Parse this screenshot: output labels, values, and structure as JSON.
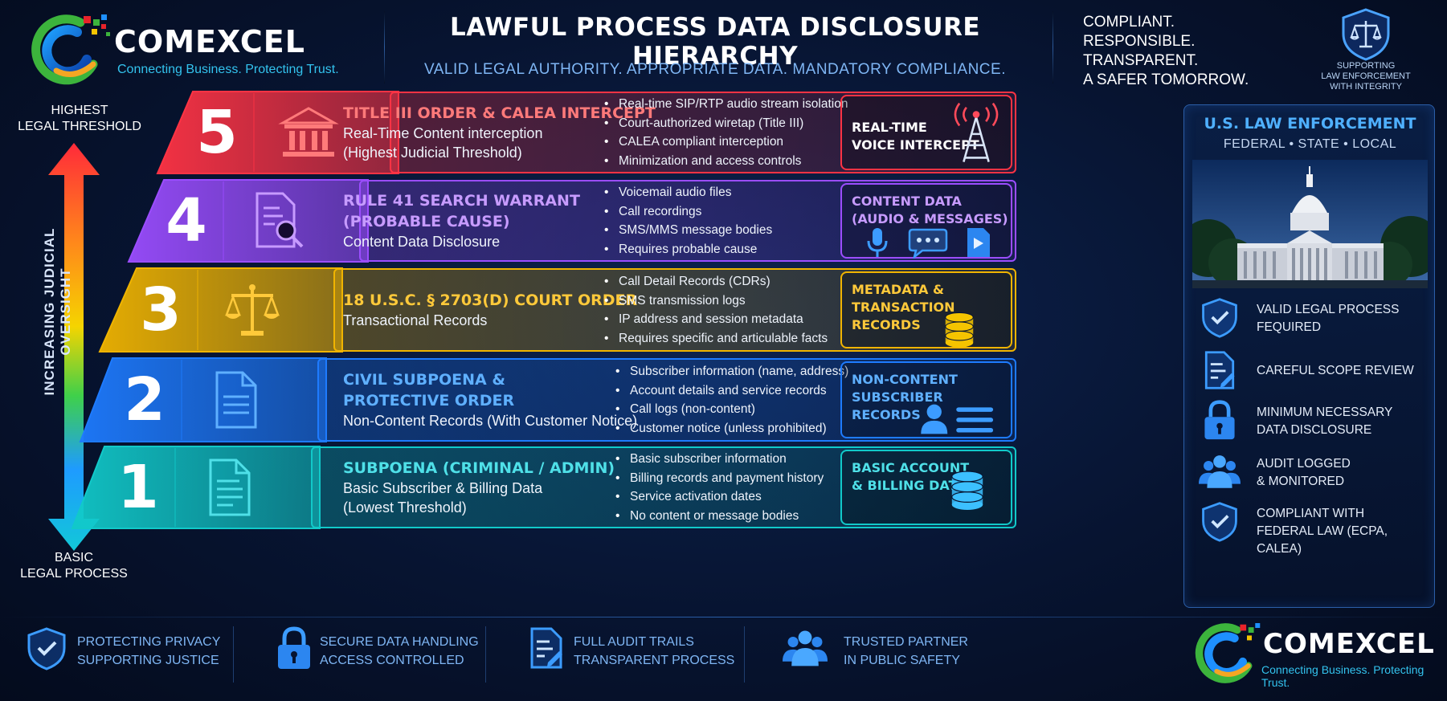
{
  "brand": {
    "name": "COMEXCEL",
    "tagline": "Connecting Business. Protecting Trust."
  },
  "header": {
    "title": "LAWFUL PROCESS DATA DISCLOSURE HIERARCHY",
    "subtitle": "VALID LEGAL AUTHORITY. APPROPRIATE DATA. MANDATORY COMPLIANCE.",
    "motto": [
      "COMPLIANT.",
      "RESPONSIBLE.",
      "TRANSPARENT.",
      "A SAFER TOMORROW."
    ],
    "support": [
      "SUPPORTING",
      "LAW ENFORCEMENT",
      "WITH INTEGRITY"
    ]
  },
  "axis": {
    "top": [
      "HIGHEST",
      "LEGAL THRESHOLD"
    ],
    "bottom": [
      "BASIC",
      "LEGAL PROCESS"
    ],
    "label": "INCREASING JUDICIAL OVERSIGHT"
  },
  "tiers": [
    {
      "number": "5",
      "title_lines": [
        "TITLE III ORDER & CALEA INTERCEPT"
      ],
      "desc_lines": [
        "Real-Time Content interception",
        "(Highest Judicial Threshold)"
      ],
      "bullets": [
        "Real-time SIP/RTP audio stream isolation",
        "Court-authorized wiretap (Title III)",
        "CALEA compliant interception",
        "Minimization and access controls"
      ],
      "category": [
        "REAL-TIME",
        "VOICE INTERCEPT"
      ],
      "color": "#ff3344",
      "title_color": "#ff7a7a",
      "icon": "courthouse-icon",
      "cat_icon": "radio-tower-icon"
    },
    {
      "number": "4",
      "title_lines": [
        "RULE 41 SEARCH WARRANT",
        "(PROBABLE CAUSE)"
      ],
      "desc_lines": [
        "Content Data Disclosure"
      ],
      "bullets": [
        "Voicemail audio files",
        "Call recordings",
        "SMS/MMS message bodies",
        "Requires probable cause"
      ],
      "category": [
        "CONTENT DATA",
        "(AUDIO & MESSAGES)"
      ],
      "color": "#9b4dff",
      "title_color": "#c79bff",
      "icon": "document-search-icon",
      "cat_icon": "microphone-message-play-icons"
    },
    {
      "number": "3",
      "title_lines": [
        "18 U.S.C. § 2703(d) COURT ORDER"
      ],
      "desc_lines": [
        "Transactional Records"
      ],
      "bullets": [
        "Call Detail Records (CDRs)",
        "SMS transmission logs",
        "IP address and session metadata",
        "Requires specific and articulable facts"
      ],
      "category": [
        "METADATA &",
        "TRANSACTION RECORDS"
      ],
      "color": "#f0b400",
      "title_color": "#ffc93a",
      "icon": "scales-icon",
      "cat_icon": "database-gold-icon"
    },
    {
      "number": "2",
      "title_lines": [
        "CIVIL SUBPOENA &",
        "PROTECTIVE ORDER"
      ],
      "desc_lines": [
        "Non-Content Records (With Customer Notice)"
      ],
      "bullets": [
        "Subscriber information (name, address)",
        "Account details and service records",
        "Call logs (non-content)",
        "Customer notice (unless prohibited)"
      ],
      "category": [
        "NON-CONTENT",
        "SUBSCRIBER RECORDS"
      ],
      "color": "#1e7bff",
      "title_color": "#5fb0ff",
      "icon": "document-icon",
      "cat_icon": "user-record-icon"
    },
    {
      "number": "1",
      "title_lines": [
        "SUBPOENA (CRIMINAL / ADMIN)"
      ],
      "desc_lines": [
        "Basic Subscriber & Billing Data",
        "(Lowest Threshold)"
      ],
      "bullets": [
        "Basic subscriber information",
        "Billing records and payment history",
        "Service activation dates",
        "No content or message bodies"
      ],
      "category": [
        "BASIC ACCOUNT",
        "& BILLING DATA"
      ],
      "color": "#11c9c9",
      "title_color": "#4fe0e8",
      "icon": "document-list-icon",
      "cat_icon": "database-cyan-icon"
    }
  ],
  "panel": {
    "title": "U.S. LAW ENFORCEMENT",
    "subtitle": "FEDERAL  •  STATE  •  LOCAL",
    "image": "capitol-building-image",
    "items": [
      {
        "icon": "shield-check-icon",
        "lines": [
          "VALID LEGAL PROCESS",
          "FEQUIRED"
        ]
      },
      {
        "icon": "document-edit-icon",
        "lines": [
          "CAREFUL SCOPE REVIEW"
        ]
      },
      {
        "icon": "lock-icon",
        "lines": [
          "MINIMUM NECESSARY",
          "DATA DISCLOSURE"
        ]
      },
      {
        "icon": "people-icon",
        "lines": [
          "AUDIT LOGGED",
          "& MONITORED"
        ]
      },
      {
        "icon": "shield-check-icon",
        "lines": [
          "COMPLIANT WITH",
          "FEDERAL LAW (ECPA, CALEA)"
        ]
      }
    ]
  },
  "footer": [
    {
      "icon": "shield-check-icon",
      "lines": [
        "PROTECTING PRIVACY",
        "SUPPORTING JUSTICE"
      ]
    },
    {
      "icon": "lock-icon",
      "lines": [
        "SECURE DATA HANDLING",
        "ACCESS CONTROLLED"
      ]
    },
    {
      "icon": "document-edit-icon",
      "lines": [
        "FULL AUDIT TRAILS",
        "TRANSPARENT PROCESS"
      ]
    },
    {
      "icon": "people-icon",
      "lines": [
        "TRUSTED PARTNER",
        "IN PUBLIC SAFETY"
      ]
    }
  ]
}
